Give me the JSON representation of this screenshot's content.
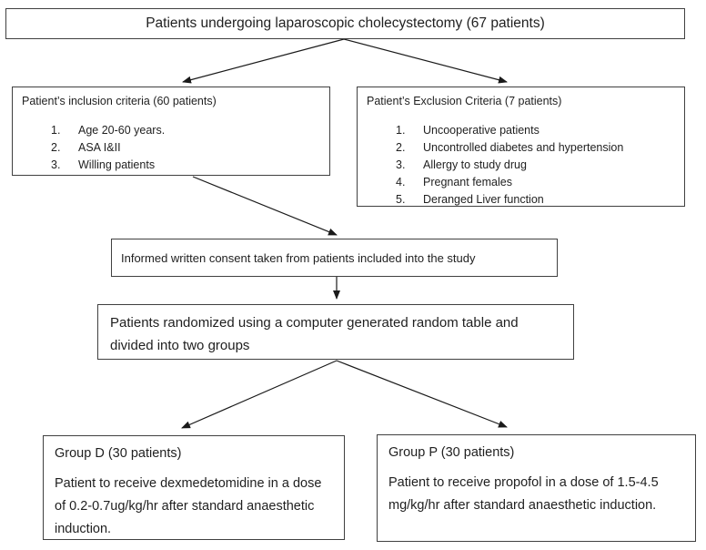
{
  "title": "Patients undergoing laparoscopic cholecystectomy (67 patients)",
  "inclusion": {
    "heading": "Patient’s inclusion criteria (60 patients)",
    "items": [
      {
        "num": "1.",
        "text": "Age 20-60 years."
      },
      {
        "num": "2.",
        "text": "ASA I&II"
      },
      {
        "num": "3.",
        "text": "Willing patients"
      }
    ]
  },
  "exclusion": {
    "heading": "Patient’s Exclusion Criteria (7 patients)",
    "items": [
      {
        "num": "1.",
        "text": "Uncooperative patients"
      },
      {
        "num": "2.",
        "text": "Uncontrolled diabetes and hypertension"
      },
      {
        "num": "3.",
        "text": "Allergy to study drug"
      },
      {
        "num": "4.",
        "text": "Pregnant females"
      },
      {
        "num": "5.",
        "text": "Deranged Liver function"
      }
    ]
  },
  "consent": {
    "text": "Informed written consent taken from patients included into the study"
  },
  "randomization": {
    "text": "Patients randomized using a computer generated random table and divided into two groups"
  },
  "group_d": {
    "heading": "Group D (30 patients)",
    "body": "Patient to receive dexmedetomidine in a dose of 0.2-0.7ug/kg/hr after standard anaesthetic induction."
  },
  "group_p": {
    "heading": "Group P (30 patients)",
    "body": "Patient to receive propofol in a dose of 1.5-4.5 mg/kg/hr after standard anaesthetic induction."
  },
  "colors": {
    "border": "#404040",
    "text": "#1f1f1f",
    "arrow": "#1a1a1a",
    "background": "#ffffff"
  }
}
